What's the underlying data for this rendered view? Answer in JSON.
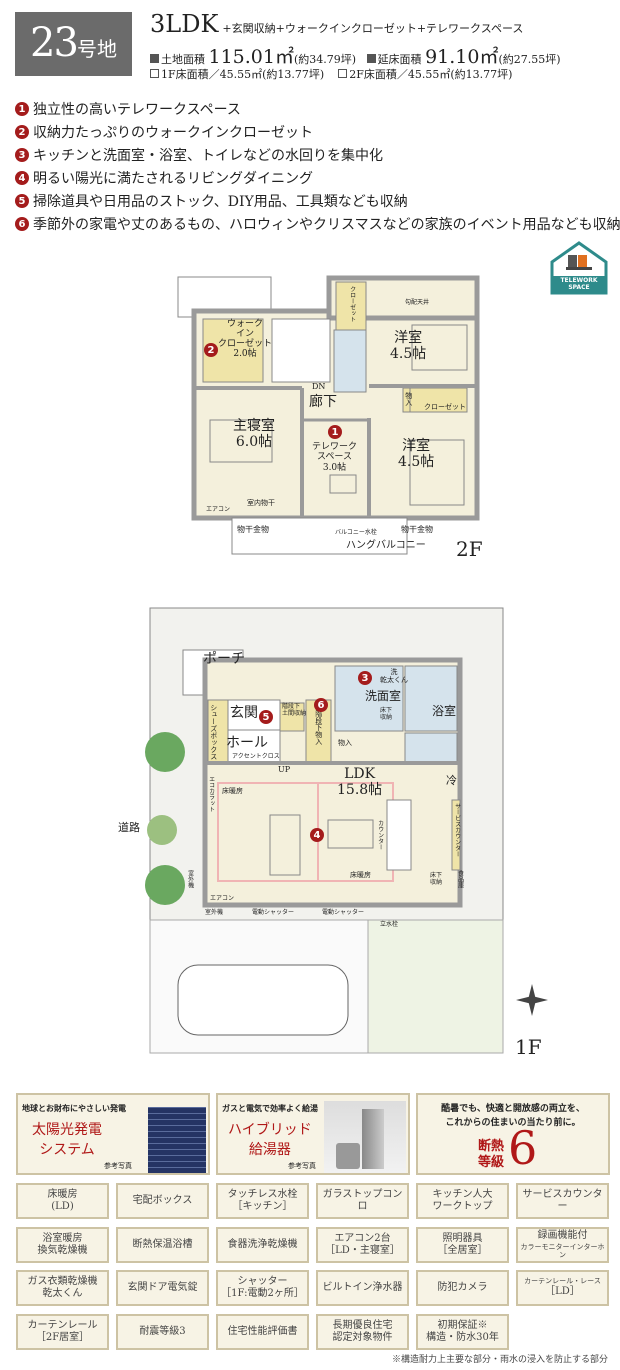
{
  "header": {
    "lot_number": "23",
    "lot_suffix": "号地",
    "layout": "3LDK",
    "layout_extras": "+玄関収納+ウォークインクローゼット+テレワークスペース",
    "land_area_label": "土地面積",
    "land_area": "115.01㎡",
    "land_area_tsubo": "(約34.79坪)",
    "floor_area_label": "延床面積",
    "floor_area": "91.10㎡",
    "floor_area_tsubo": "(約27.55坪)",
    "f1_area": "1F床面積／45.55㎡(約13.77坪)",
    "f2_area": "2F床面積／45.55㎡(約13.77坪)"
  },
  "features": [
    {
      "n": "1",
      "text": "独立性の高いテレワークスペース"
    },
    {
      "n": "2",
      "text": "収納力たっぷりのウォークインクローゼット"
    },
    {
      "n": "3",
      "text": "キッチンと洗面室・浴室、トイレなどの水回りを集中化"
    },
    {
      "n": "4",
      "text": "明るい陽光に満たされるリビングダイニング"
    },
    {
      "n": "5",
      "text": "掃除道具や日用品のストック、DIY用品、工具類なども収納"
    },
    {
      "n": "6",
      "text": "季節外の家電や丈のあるもの、ハロウィンやクリスマスなどの家族のイベント用品なども収納"
    }
  ],
  "telework_badge": "TELEWORK SPACE",
  "floor2": {
    "label": "2F",
    "rooms": {
      "wic": "ウォーク\nイン\nクローゼット\n2.0帖",
      "master": "主寝室\n6.0帖",
      "telework": "テレワーク\nスペース\n3.0帖",
      "western1": "洋室\n4.5帖",
      "western2": "洋室\n4.5帖",
      "hall": "廊下"
    },
    "small": {
      "dn": "DN",
      "closet1": "クローゼット",
      "closet2": "クローゼット",
      "storage": "物入",
      "slope": "勾配天井",
      "drying": "室内物干",
      "aircon": "エアコン",
      "hanger1": "物干金物",
      "hanger2": "物干金物",
      "faucet": "バルコニー水栓",
      "balcony": "ハングバルコニー"
    }
  },
  "floor1": {
    "label": "1F",
    "road": "道路",
    "rooms": {
      "porch": "ポーチ",
      "entrance": "玄関",
      "hall": "ホール",
      "ldk": "LDK\n15.8帖",
      "wash": "洗面室",
      "bath": "浴室"
    },
    "small": {
      "shoebox": "シューズボックス",
      "understair5": "階段下\n土間収納",
      "understair6": "階段下物入",
      "up": "UP",
      "accent": "アクセントクロス",
      "floorheat1": "床暖房",
      "floorheat2": "床暖房",
      "counter": "カウンター",
      "service": "サービスカウンター",
      "pantry": "食品庫",
      "underfloor1": "床下\n収納",
      "underfloor2": "床下\n収納",
      "storage": "物入",
      "fridge": "冷",
      "wash_dryer": "洗\n乾太くん",
      "aircon": "エアコン",
      "outdoor1": "室外機",
      "outdoor2": "室外機",
      "shutter1": "電動シャッター",
      "shutter2": "電動シャッター",
      "faucet": "立水栓",
      "ecocarat": "エコカラット"
    }
  },
  "panels": [
    {
      "caption": "地球とお財布にやさしい発電",
      "title": "太陽光発電\nシステム",
      "note": "参考写真"
    },
    {
      "caption": "ガスと電気で効率よく給湯",
      "title": "ハイブリッド\n給湯器",
      "note": "参考写真"
    },
    {
      "caption": "酷暑でも、快適と開放感の両立を、\nこれからの住まいの当たり前に。",
      "title": "断熱\n等級",
      "grade": "6"
    }
  ],
  "equipment": [
    [
      "床暖房",
      "(LD)"
    ],
    [
      "宅配ボックス"
    ],
    [
      "タッチレス水栓",
      "［キッチン］"
    ],
    [
      "ガラストップコンロ"
    ],
    [
      "キッチン人大",
      "ワークトップ"
    ],
    [
      "サービスカウンター"
    ],
    [
      "浴室暖房",
      "換気乾燥機"
    ],
    [
      "断熱保温浴槽"
    ],
    [
      "食器洗浄乾燥機"
    ],
    [
      "エアコン2台",
      "［LD・主寝室］"
    ],
    [
      "照明器具",
      "［全居室］"
    ],
    [
      "録画機能付",
      "カラーモニターインターホン"
    ],
    [
      "ガス衣類乾燥機",
      "乾太くん"
    ],
    [
      "玄関ドア電気錠"
    ],
    [
      "シャッター",
      "［1F:電動2ヶ所］"
    ],
    [
      "ビルトイン浄水器"
    ],
    [
      "防犯カメラ"
    ],
    [
      "カーテンレール・レース",
      "［LD］"
    ],
    [
      "カーテンレール",
      "［2F居室］"
    ],
    [
      "耐震等級3"
    ],
    [
      "住宅性能評価書"
    ],
    [
      "長期優良住宅",
      "認定対象物件"
    ],
    [
      "初期保証※",
      "構造・防水30年"
    ]
  ],
  "footnote": "※構造耐力上主要な部分・雨水の浸入を防止する部分",
  "colors": {
    "accent_red": "#a41c1c",
    "wall": "#9a9a9a",
    "floor": "#f4f0dc",
    "closet": "#efe4a8",
    "wet": "#d5e3ec",
    "panel_bg": "#f7f3e5",
    "panel_border": "#cdc3a4"
  }
}
